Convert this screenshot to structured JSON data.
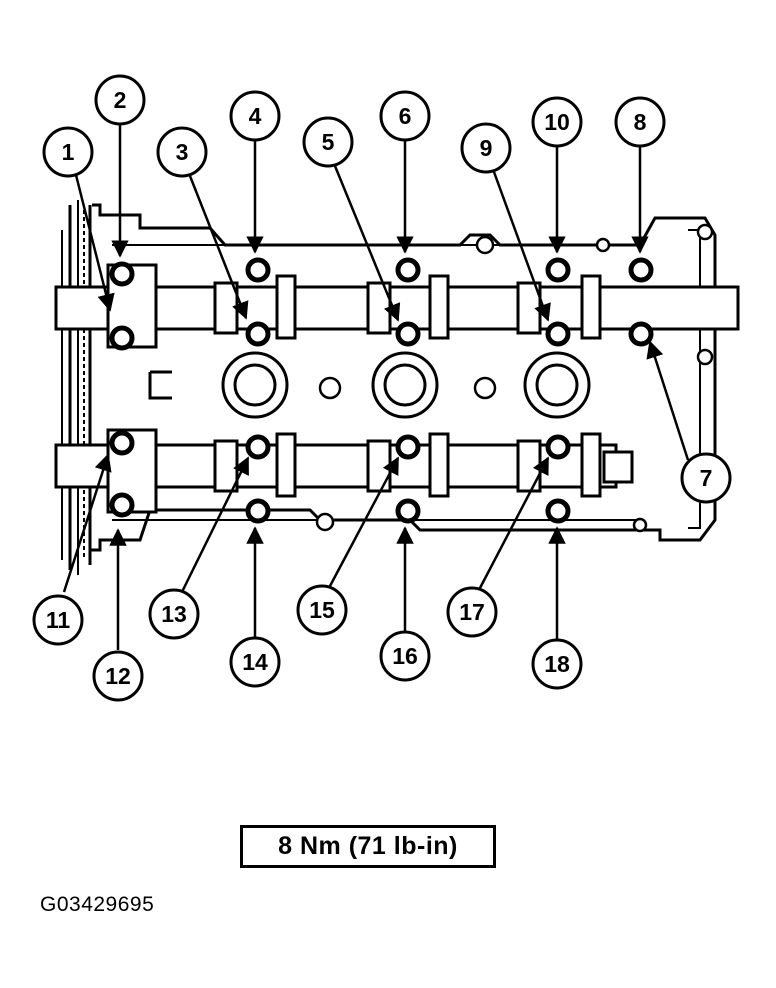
{
  "callouts": [
    "1",
    "2",
    "3",
    "4",
    "5",
    "6",
    "7",
    "8",
    "9",
    "10",
    "11",
    "12",
    "13",
    "14",
    "15",
    "16",
    "17",
    "18"
  ],
  "torque_spec": "8 Nm (71 lb-in)",
  "figure_id": "G03429695",
  "colors": {
    "line": "#000000",
    "background": "#ffffff"
  }
}
